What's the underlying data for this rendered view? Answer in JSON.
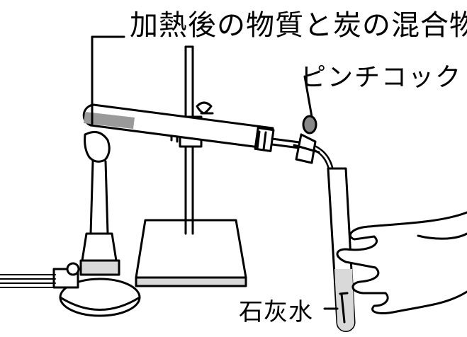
{
  "labels": {
    "mixture": "加熱後の物質と炭の混合物",
    "pinchcock": "ピンチコック",
    "limewater": "石灰水"
  },
  "colors": {
    "line": "#000000",
    "paper": "#ffffff",
    "powder": "#9a9a9a",
    "shade": "#d9d9d9"
  }
}
